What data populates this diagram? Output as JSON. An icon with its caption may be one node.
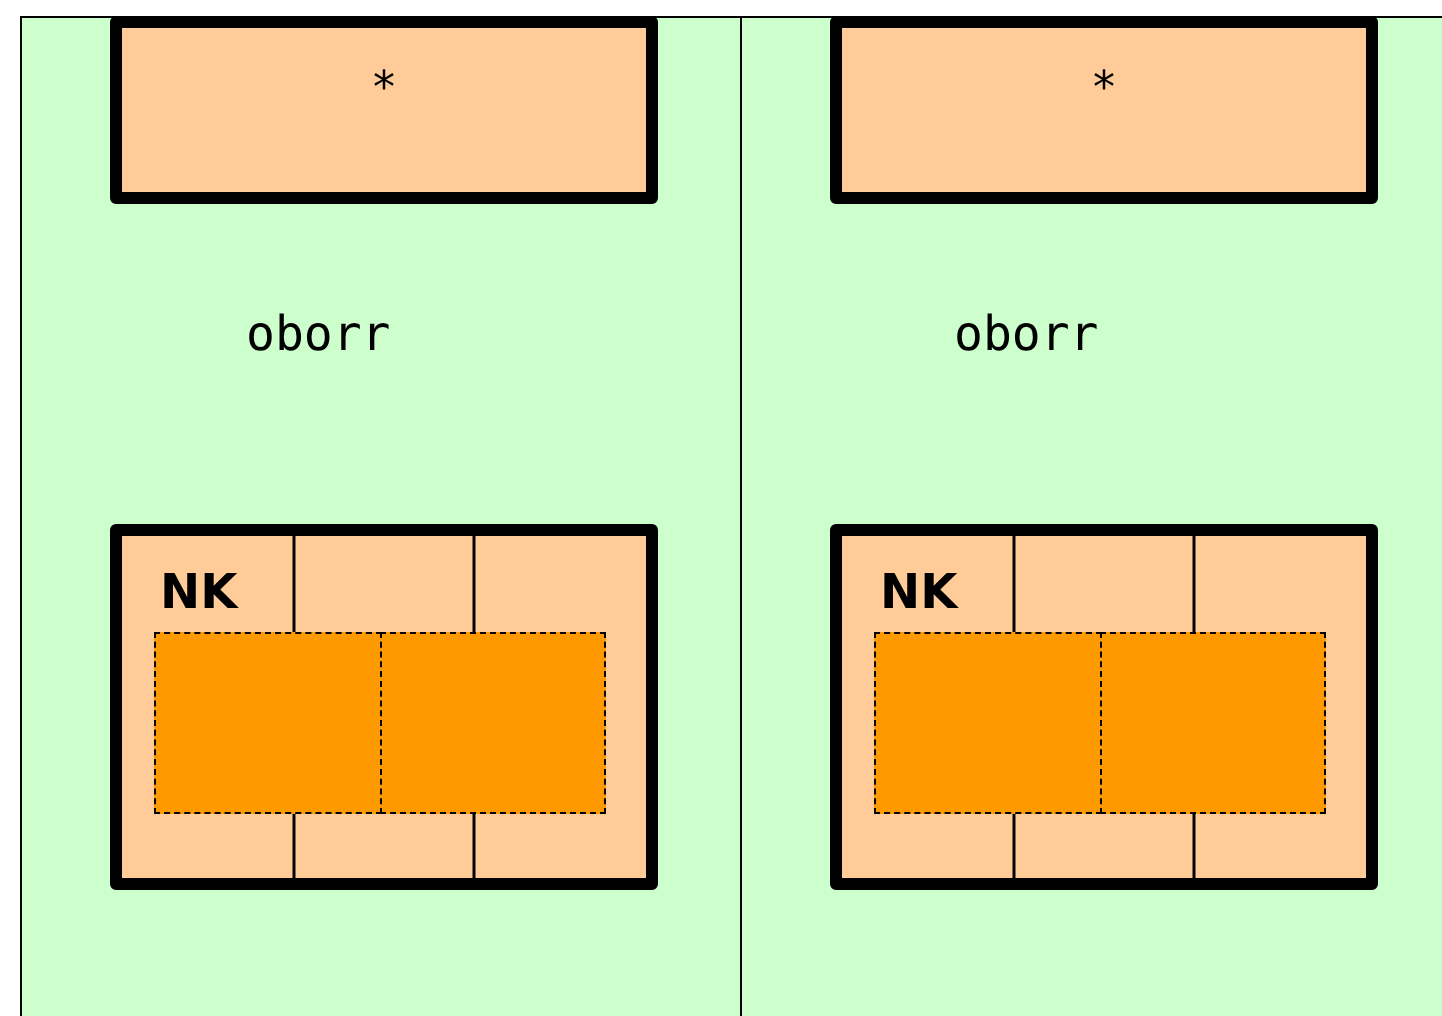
{
  "diagram": {
    "nodes": [
      {
        "text": [],
        "shape": "box"
      },
      {
        "text": [
          "*"
        ],
        "in": 0
      },
      {
        "text": [
          "NK"
        ],
        "in": 0
      },
      {
        "text": [],
        "shape": "box",
        "in": 2
      },
      {
        "text": [],
        "shape": "box",
        "in": 2
      },
      {
        "text": [],
        "shape": "box"
      },
      {
        "text": [
          "*"
        ],
        "in": 5
      },
      {
        "text": [
          "NK"
        ],
        "in": 5
      },
      {
        "text": [],
        "shape": "box",
        "in": 7
      },
      {
        "text": [],
        "shape": "box",
        "in": 7
      }
    ],
    "edges": [],
    "labels": [
      "oborr",
      "oborr"
    ]
  }
}
